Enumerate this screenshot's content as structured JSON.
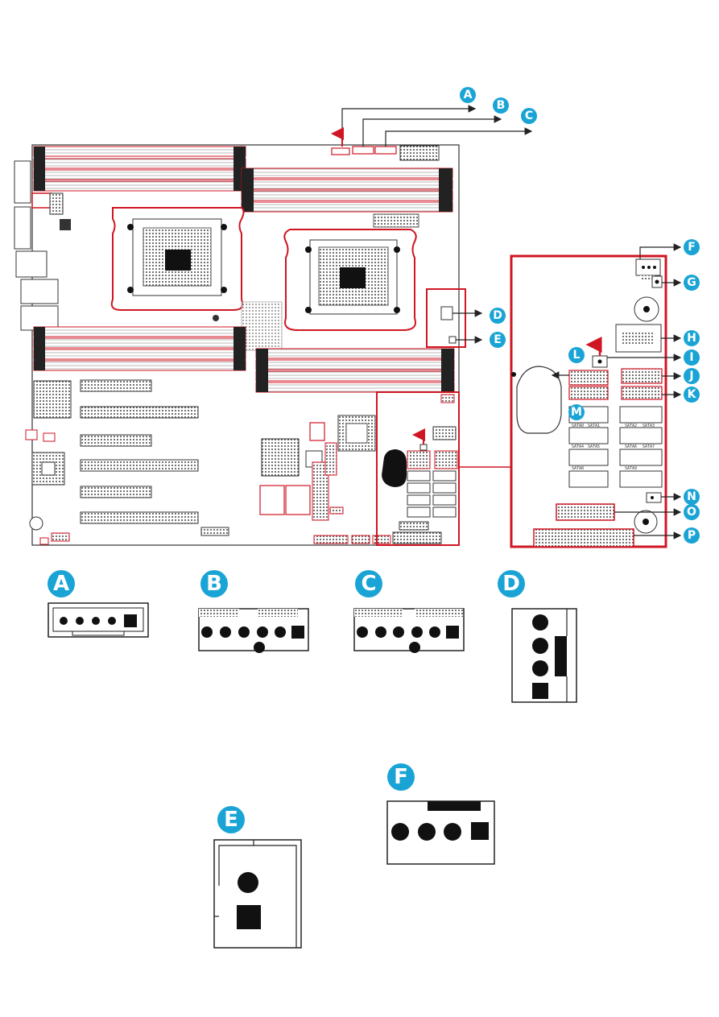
{
  "colors": {
    "callout": "#1aa4d6",
    "callout_outline": "#9fdcf2",
    "highlight": "#d01623",
    "board_line": "#222222"
  },
  "callouts": {
    "A": "A",
    "B": "B",
    "C": "C",
    "D": "D",
    "E": "E",
    "F": "F",
    "G": "G",
    "H": "H",
    "I": "I",
    "J": "J",
    "K": "K",
    "L": "L",
    "M": "M",
    "N": "N",
    "O": "O",
    "P": "P"
  },
  "detail_titles": {
    "A": "A",
    "B": "B",
    "C": "C",
    "D": "D",
    "E": "E",
    "F": "F"
  },
  "silkscreen": {
    "sata_labels": [
      "SATA0",
      "SATA1",
      "SATA2",
      "SATA3",
      "SATA4",
      "SATA5",
      "SATA6",
      "SATA7",
      "SATA8",
      "SATA9"
    ]
  }
}
